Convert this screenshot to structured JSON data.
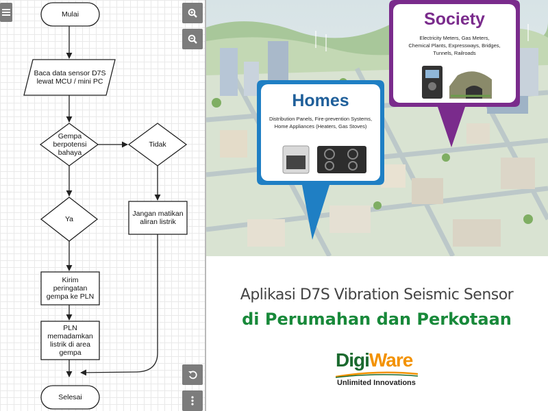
{
  "flowchart": {
    "start": "Mulai",
    "read_sensor": "Baca data sensor D7S\nlewat MCU / mini PC",
    "decision": "Gempa\nberpotensi\nbahaya",
    "no_label": "Tidak",
    "yes_label": "Ya",
    "no_action": "Jangan matikan\naliran listrik",
    "send_warning": "Kirim\nperingatan\ngempa ke PLN",
    "pln_cutoff": "PLN\nmemadamkan\nlistrik di area\ngempa",
    "end": "Selesai"
  },
  "toolbar": {
    "menu_icon": "hamburger-menu-icon",
    "zoom_in_icon": "zoom-in-icon",
    "zoom_out_icon": "zoom-out-icon",
    "undo_icon": "undo-icon",
    "more_icon": "more-vertical-icon"
  },
  "illustration": {
    "homes": {
      "title": "Homes",
      "desc": "Distribution Panels, Fire-prevention Systems,\nHome Appliances (Heaters, Gas Stoves)"
    },
    "society": {
      "title": "Society",
      "desc": "Electricity Meters, Gas Meters,\nChemical Plants, Expressways, Bridges,\nTunnels, Railroads"
    }
  },
  "caption": {
    "line1": "Aplikasi D7S Vibration Seismic Sensor",
    "line2": "di Perumahan dan Perkotaan"
  },
  "logo": {
    "part1": "Digi",
    "part2": "Ware",
    "tagline": "Unlimited Innovations"
  },
  "colors": {
    "homes_accent": "#1f7fc4",
    "society_accent": "#7a2b8c",
    "caption_green": "#18893a",
    "logo_orange": "#f39200",
    "toolbar_button": "#7c7c7c"
  }
}
